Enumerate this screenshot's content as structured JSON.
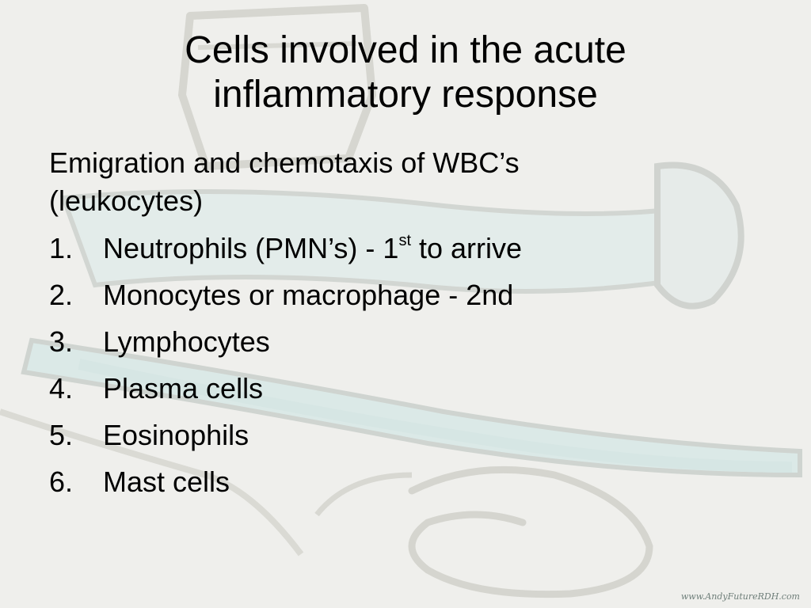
{
  "slide": {
    "title_line1": "Cells involved in the acute",
    "title_line2": "inflammatory response",
    "intro_line1": "Emigration and chemotaxis of WBC’s",
    "intro_line2": "(leukocytes)",
    "items": [
      {
        "num": "1.",
        "text": "Neutrophils (PMN’s) - 1",
        "sup": "st",
        "after": " to arrive"
      },
      {
        "num": "2.",
        "text": "Monocytes or macrophage - 2nd"
      },
      {
        "num": "3.",
        "text": "Lymphocytes"
      },
      {
        "num": "4.",
        "text": "Plasma cells"
      },
      {
        "num": "5.",
        "text": "Eosinophils"
      },
      {
        "num": "6.",
        "text": "Mast cells"
      }
    ],
    "watermark": "www.AndyFutureRDH.com"
  },
  "colors": {
    "background": "#efefec",
    "illustration_fill": "#d9e8e6",
    "illustration_stroke": "#cfcfc9",
    "text": "#000000"
  },
  "icons": {
    "background_illustration": "faded-toothbrush-illustration"
  }
}
